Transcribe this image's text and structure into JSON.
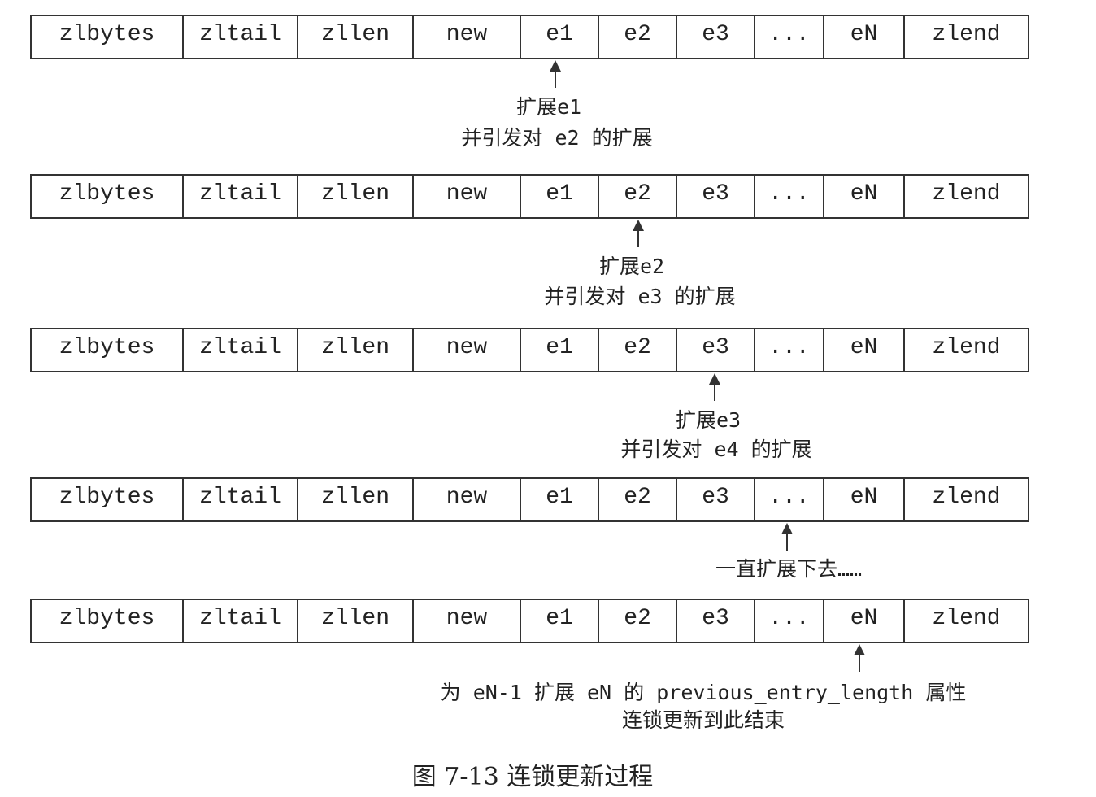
{
  "cells": [
    "zlbytes",
    "zltail",
    "zllen",
    "new",
    "e1",
    "e2",
    "e3",
    "...",
    "eN",
    "zlend"
  ],
  "steps": [
    {
      "target_index": 4,
      "labels": [
        "扩展e1",
        "并引发对 e2 的扩展"
      ]
    },
    {
      "target_index": 5,
      "labels": [
        "扩展e2",
        "并引发对 e3 的扩展"
      ]
    },
    {
      "target_index": 6,
      "labels": [
        "扩展e3",
        "并引发对 e4 的扩展"
      ]
    },
    {
      "target_index": 7,
      "labels": [
        "一直扩展下去……"
      ]
    },
    {
      "target_index": 8,
      "labels": [
        "为 eN-1 扩展 eN 的 previous_entry_length 属性",
        "连锁更新到此结束"
      ]
    }
  ],
  "caption": "图 7-13   连锁更新过程"
}
